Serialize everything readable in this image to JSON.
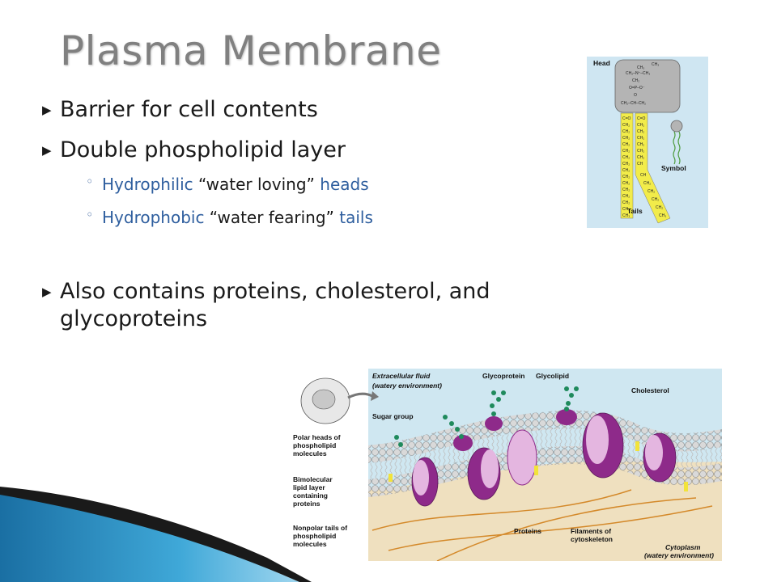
{
  "slide": {
    "title": "Plasma Membrane",
    "bullets": [
      {
        "text": "Barrier for cell contents"
      },
      {
        "text": "Double phospholipid layer"
      },
      {
        "text": "Also contains proteins, cholesterol, and glycoproteins"
      }
    ],
    "subbullets": [
      {
        "term": "Hydrophilic",
        "quote": " “water loving” ",
        "part": "heads"
      },
      {
        "term": "Hydrophobic",
        "quote": " “water fearing” ",
        "part": "tails"
      }
    ]
  },
  "phospholipid_figure": {
    "labels": {
      "head": "Head",
      "tails": "Tails",
      "symbol": "Symbol"
    }
  },
  "membrane_figure": {
    "labels": {
      "extracellular": "Extracellular fluid",
      "extracellular_sub": "(watery environment)",
      "glycoprotein": "Glycoprotein",
      "glycolipid": "Glycolipid",
      "cholesterol": "Cholesterol",
      "sugar_group": "Sugar group",
      "polar_heads_1": "Polar heads of",
      "polar_heads_2": "phospholipid",
      "polar_heads_3": "molecules",
      "bimolecular_1": "Bimolecular",
      "bimolecular_2": "lipid layer",
      "bimolecular_3": "containing",
      "bimolecular_4": "proteins",
      "nonpolar_1": "Nonpolar tails of",
      "nonpolar_2": "phospholipid",
      "nonpolar_3": "molecules",
      "proteins": "Proteins",
      "filaments_1": "Filaments of",
      "filaments_2": "cytoskeleton",
      "cytoplasm": "Cytoplasm",
      "cytoplasm_sub": "(watery environment)"
    }
  },
  "colors": {
    "title": "#808080",
    "accent": "#2e5e9e",
    "corner": "#1b7fb5"
  }
}
